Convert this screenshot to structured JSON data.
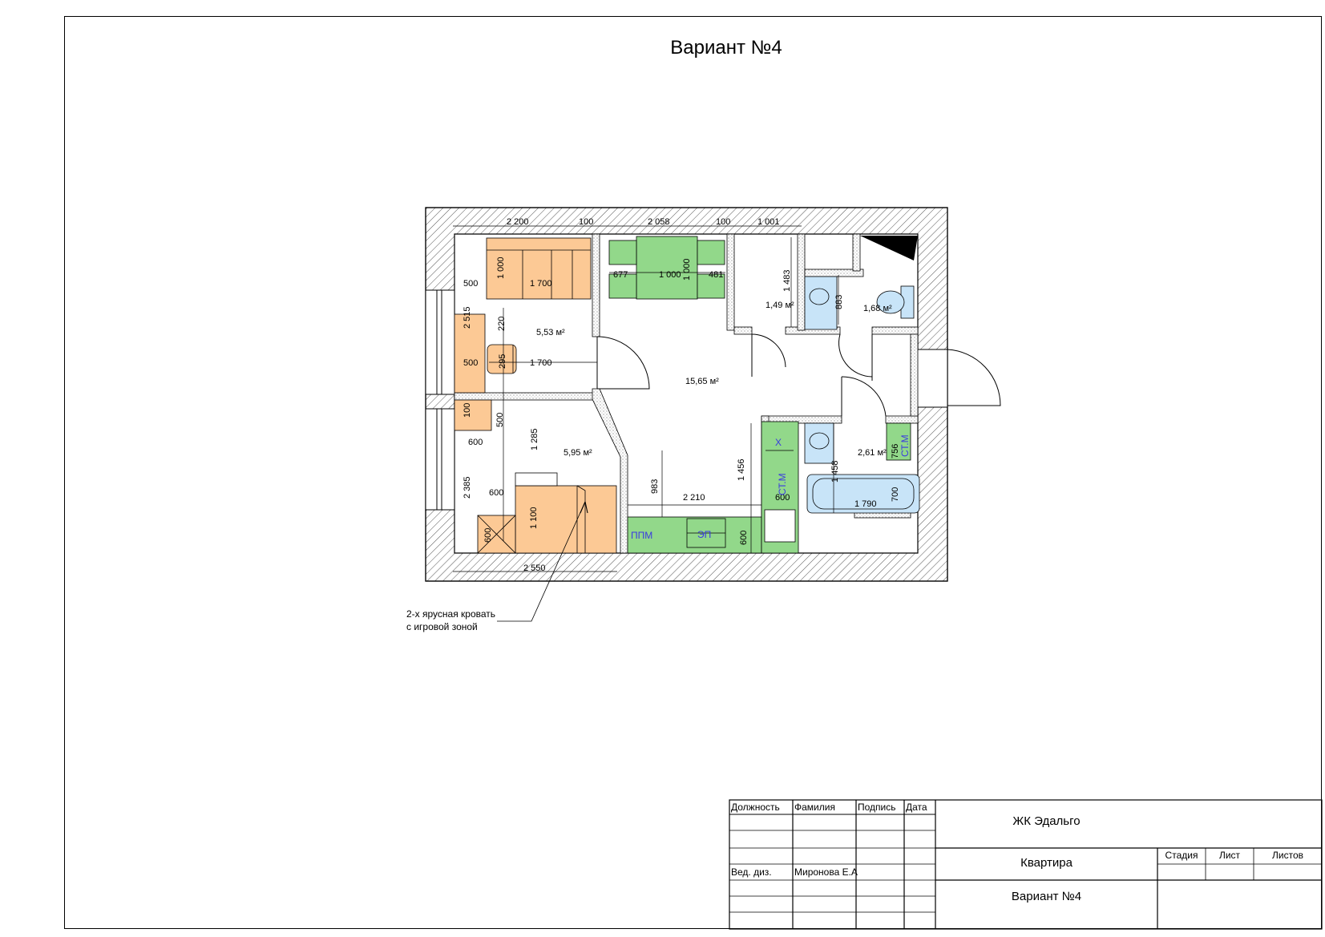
{
  "sheet": {
    "title": "Вариант №4"
  },
  "rooms": {
    "room_top_left": "5,53 м²",
    "room_bottom_left": "5,95 м²",
    "living": "15,65 м²",
    "storage": "1,49 м²",
    "wc": "1,68 м²",
    "bathroom": "2,61 м²"
  },
  "dimensions": {
    "top": [
      "2 200",
      "100",
      "2 058",
      "100",
      "1 001"
    ],
    "bottom": "2 550",
    "bed_top_h": "1 000",
    "bed_top_w": "1 700",
    "left_500_a": "500",
    "left_2515": "2 515",
    "left_220": "220",
    "left_500_b": "500",
    "desk_295": "295",
    "desk_1700": "1 700",
    "left_100": "100",
    "left_500_c": "500",
    "left_600_a": "600",
    "left_1285": "1 285",
    "left_2385": "2 385",
    "left_600_b": "600",
    "bunk_1100": "1 100",
    "left_600_c": "600",
    "table_677": "677",
    "table_1000_w": "1 000",
    "table_1000_h": "1 000",
    "table_481": "481",
    "storage_1483": "1 483",
    "wc_883": "883",
    "kitchen_983": "983",
    "kitchen_2210": "2 210",
    "kitchen_1456": "1 456",
    "kitchen_600_a": "600",
    "kitchen_600_b": "600",
    "bath_1458": "1 458",
    "bath_756": "756",
    "bath_700": "700",
    "bath_1790": "1 790"
  },
  "equipment": {
    "ppm": "ППМ",
    "ep": "ЭП",
    "x": "Х",
    "stm_kitchen": "СТ.М",
    "stm_bath": "СТ.М"
  },
  "callout": {
    "line1": "2-х ярусная кровать",
    "line2": "с игровой зоной"
  },
  "title_block": {
    "headers": [
      "Должность",
      "Фамилия",
      "Подпись",
      "Дата"
    ],
    "role": "Вед. диз.",
    "name": "Миронова Е.А",
    "project": "ЖК Эдальго",
    "object": "Квартира",
    "sheet_name": "Вариант №4",
    "stage_label": "Стадия",
    "sheet_label": "Лист",
    "sheets_label": "Листов"
  },
  "colors": {
    "furniture_orange": "#fcc995",
    "kitchen_green": "#92d88a",
    "sanitary_blue": "#c8e4f8",
    "equipment_label_blue": "#3a3ae0"
  }
}
